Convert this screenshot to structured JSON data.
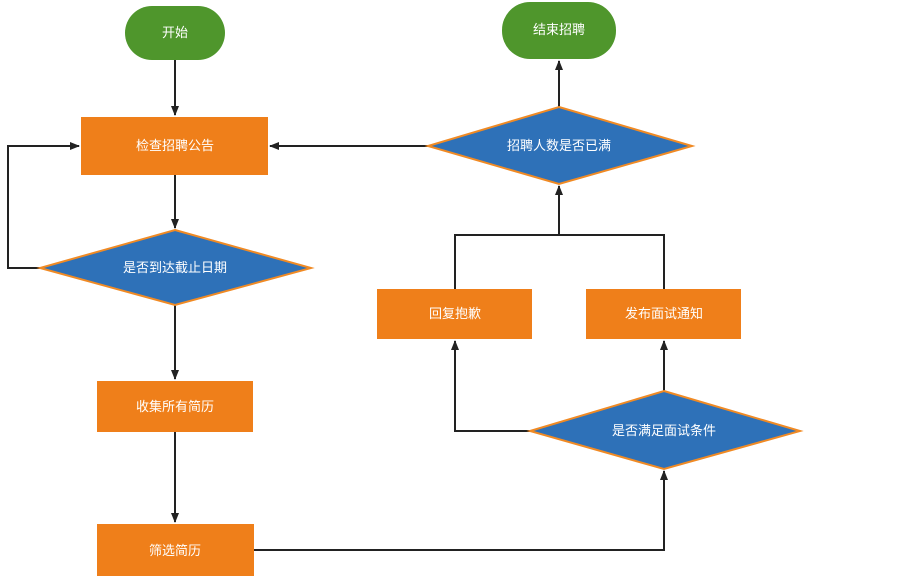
{
  "flowchart": {
    "nodes": {
      "start": "开始",
      "check_notice": "检查招聘公告",
      "deadline_decision": "是否到达截止日期",
      "collect_resumes": "收集所有简历",
      "screen_resumes": "筛选简历",
      "interview_decision": "是否满足面试条件",
      "reply_apology": "回复抱歉",
      "send_interview_notice": "发布面试通知",
      "quota_decision": "招聘人数是否已满",
      "end": "结束招聘"
    },
    "edges": [
      {
        "from": "start",
        "to": "check_notice"
      },
      {
        "from": "check_notice",
        "to": "deadline_decision"
      },
      {
        "from": "deadline_decision",
        "to": "check_notice"
      },
      {
        "from": "deadline_decision",
        "to": "collect_resumes"
      },
      {
        "from": "collect_resumes",
        "to": "screen_resumes"
      },
      {
        "from": "screen_resumes",
        "to": "interview_decision"
      },
      {
        "from": "interview_decision",
        "to": "reply_apology"
      },
      {
        "from": "interview_decision",
        "to": "send_interview_notice"
      },
      {
        "from": "reply_apology",
        "to": "quota_decision"
      },
      {
        "from": "send_interview_notice",
        "to": "quota_decision"
      },
      {
        "from": "quota_decision",
        "to": "end"
      },
      {
        "from": "quota_decision",
        "to": "check_notice"
      }
    ]
  },
  "colors": {
    "terminal": "#4f962c",
    "process": "#ef7f1a",
    "decision_fill": "#2e71b8",
    "decision_border": "#f08a24",
    "edge": "#222222"
  }
}
